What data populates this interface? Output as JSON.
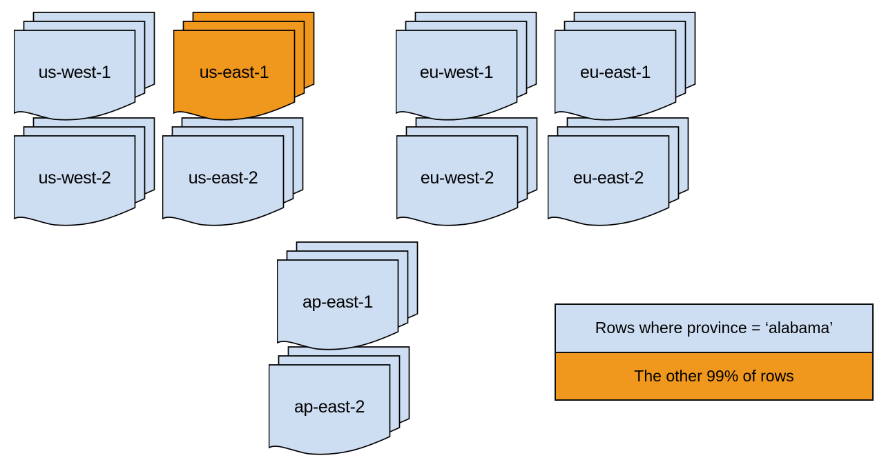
{
  "diagram": {
    "title_hidden": "",
    "stacks": [
      {
        "id": "us-west-1",
        "label": "us-west-1",
        "highlighted": false
      },
      {
        "id": "us-east-1",
        "label": "us-east-1",
        "highlighted": true
      },
      {
        "id": "eu-west-1",
        "label": "eu-west-1",
        "highlighted": false
      },
      {
        "id": "eu-east-1",
        "label": "eu-east-1",
        "highlighted": false
      },
      {
        "id": "us-west-2",
        "label": "us-west-2",
        "highlighted": false
      },
      {
        "id": "us-east-2",
        "label": "us-east-2",
        "highlighted": false
      },
      {
        "id": "eu-west-2",
        "label": "eu-west-2",
        "highlighted": false
      },
      {
        "id": "eu-east-2",
        "label": "eu-east-2",
        "highlighted": false
      },
      {
        "id": "ap-east-1",
        "label": "ap-east-1",
        "highlighted": false
      },
      {
        "id": "ap-east-2",
        "label": "ap-east-2",
        "highlighted": false
      }
    ],
    "legend": {
      "items": [
        {
          "label": "Rows where province = ‘alabama’",
          "color": "#cdddf2"
        },
        {
          "label": "The other 99% of rows",
          "color": "#f0971e"
        }
      ]
    },
    "colors": {
      "partition_fill": "#cdddf2",
      "highlight_fill": "#f0971e",
      "outline": "#000000",
      "background": "#ffffff"
    }
  }
}
